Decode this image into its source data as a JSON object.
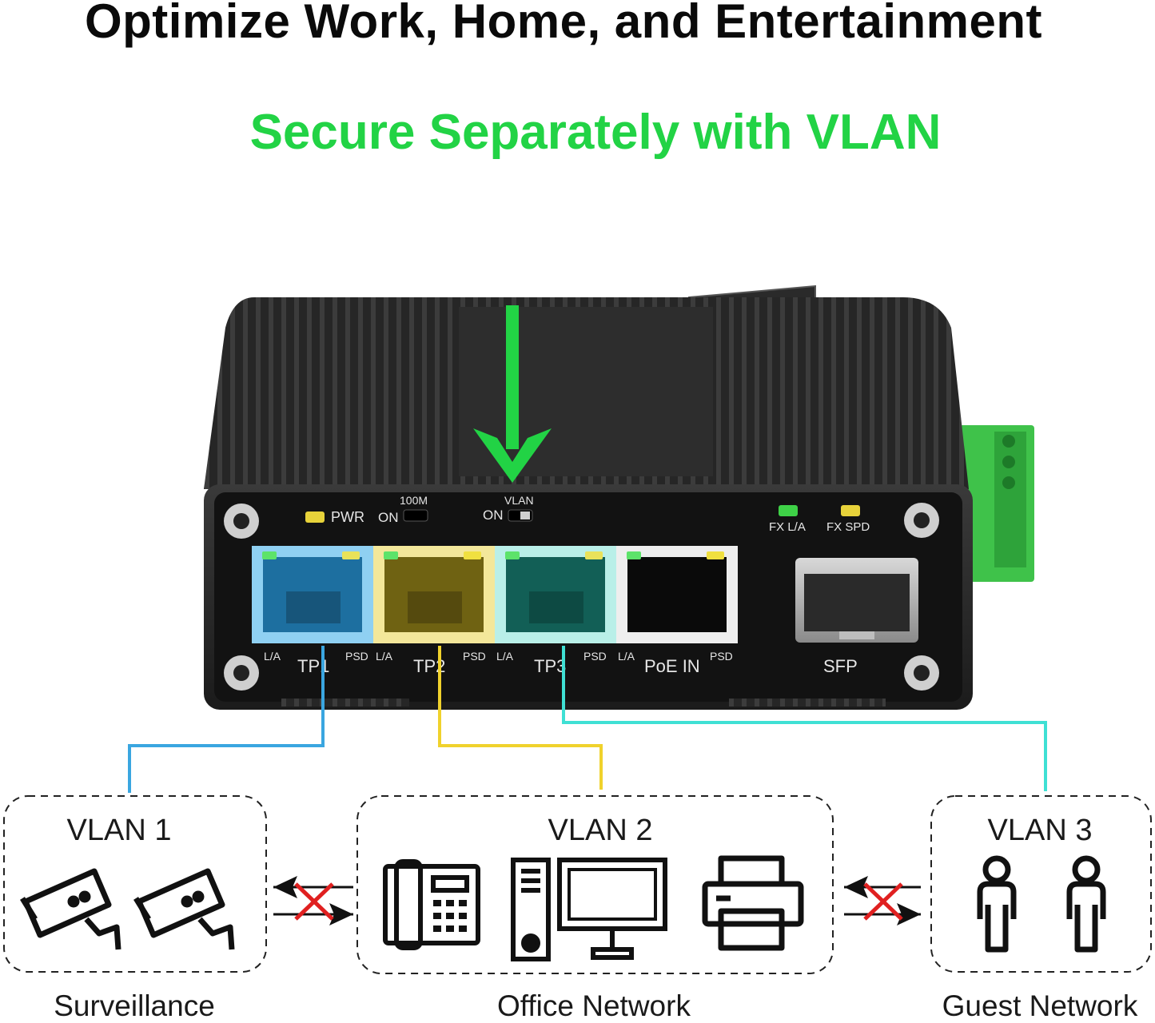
{
  "title": "Optimize Work, Home, and Entertainment",
  "subtitle": "Secure Separately with VLAN",
  "colors": {
    "accent_green": "#22d345",
    "vlan1": "#3aa6e0",
    "vlan2": "#f0d22c",
    "vlan3": "#3fe0d4",
    "blocked": "#e02020",
    "terminal_block": "#3fc24a"
  },
  "device": {
    "pwr_label": "PWR",
    "on_label_1": "ON",
    "switch_100m": "100M",
    "on_label_2": "ON",
    "switch_vlan": "VLAN",
    "fx_la": "FX L/A",
    "fx_spd": "FX SPD",
    "ports": [
      {
        "name": "TP1",
        "la": "L/A",
        "psd": "PSD"
      },
      {
        "name": "TP2",
        "la": "L/A",
        "psd": "PSD"
      },
      {
        "name": "TP3",
        "la": "L/A",
        "psd": "PSD"
      },
      {
        "name": "PoE IN",
        "la": "L/A",
        "psd": "PSD"
      }
    ],
    "sfp_label": "SFP"
  },
  "groups": [
    {
      "vlan": "VLAN 1",
      "caption": "Surveillance",
      "icons": [
        "cctv-camera-icon",
        "cctv-camera-icon"
      ]
    },
    {
      "vlan": "VLAN 2",
      "caption": "Office Network",
      "icons": [
        "desk-phone-icon",
        "desktop-computer-icon",
        "printer-icon"
      ]
    },
    {
      "vlan": "VLAN 3",
      "caption": "Guest Network",
      "icons": [
        "person-icon",
        "person-icon"
      ]
    }
  ],
  "blocked_links": [
    "blocked-arrows-icon",
    "blocked-arrows-icon"
  ]
}
